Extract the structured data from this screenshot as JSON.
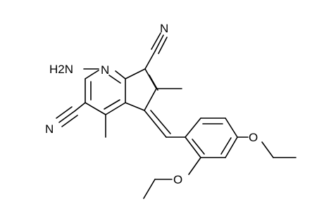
{
  "molecule": {
    "atoms": {
      "nh2": "H2N",
      "n_ring": "N",
      "n_cn_top": "N",
      "n_cn_left": "N",
      "o_right": "O",
      "o_left": "O"
    }
  }
}
